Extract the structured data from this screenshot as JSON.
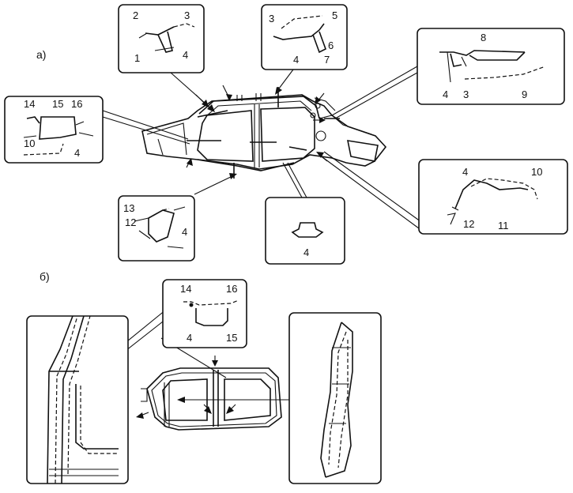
{
  "sections": {
    "a": "а)",
    "b": "б)"
  },
  "callouts": {
    "a_roof_left": [
      "2",
      "3",
      "1",
      "4"
    ],
    "a_roof_right": [
      "3",
      "5",
      "6",
      "4",
      "7"
    ],
    "a_front_right": [
      "8",
      "4",
      "3",
      "9"
    ],
    "a_rear_left": [
      "14",
      "15",
      "16",
      "10",
      "4"
    ],
    "a_sill": [
      "13",
      "12",
      "4"
    ],
    "a_floor": [
      "4"
    ],
    "a_wing": [
      "4",
      "10",
      "12",
      "11"
    ],
    "b_sill": [
      "14",
      "16",
      "4",
      "15"
    ]
  }
}
